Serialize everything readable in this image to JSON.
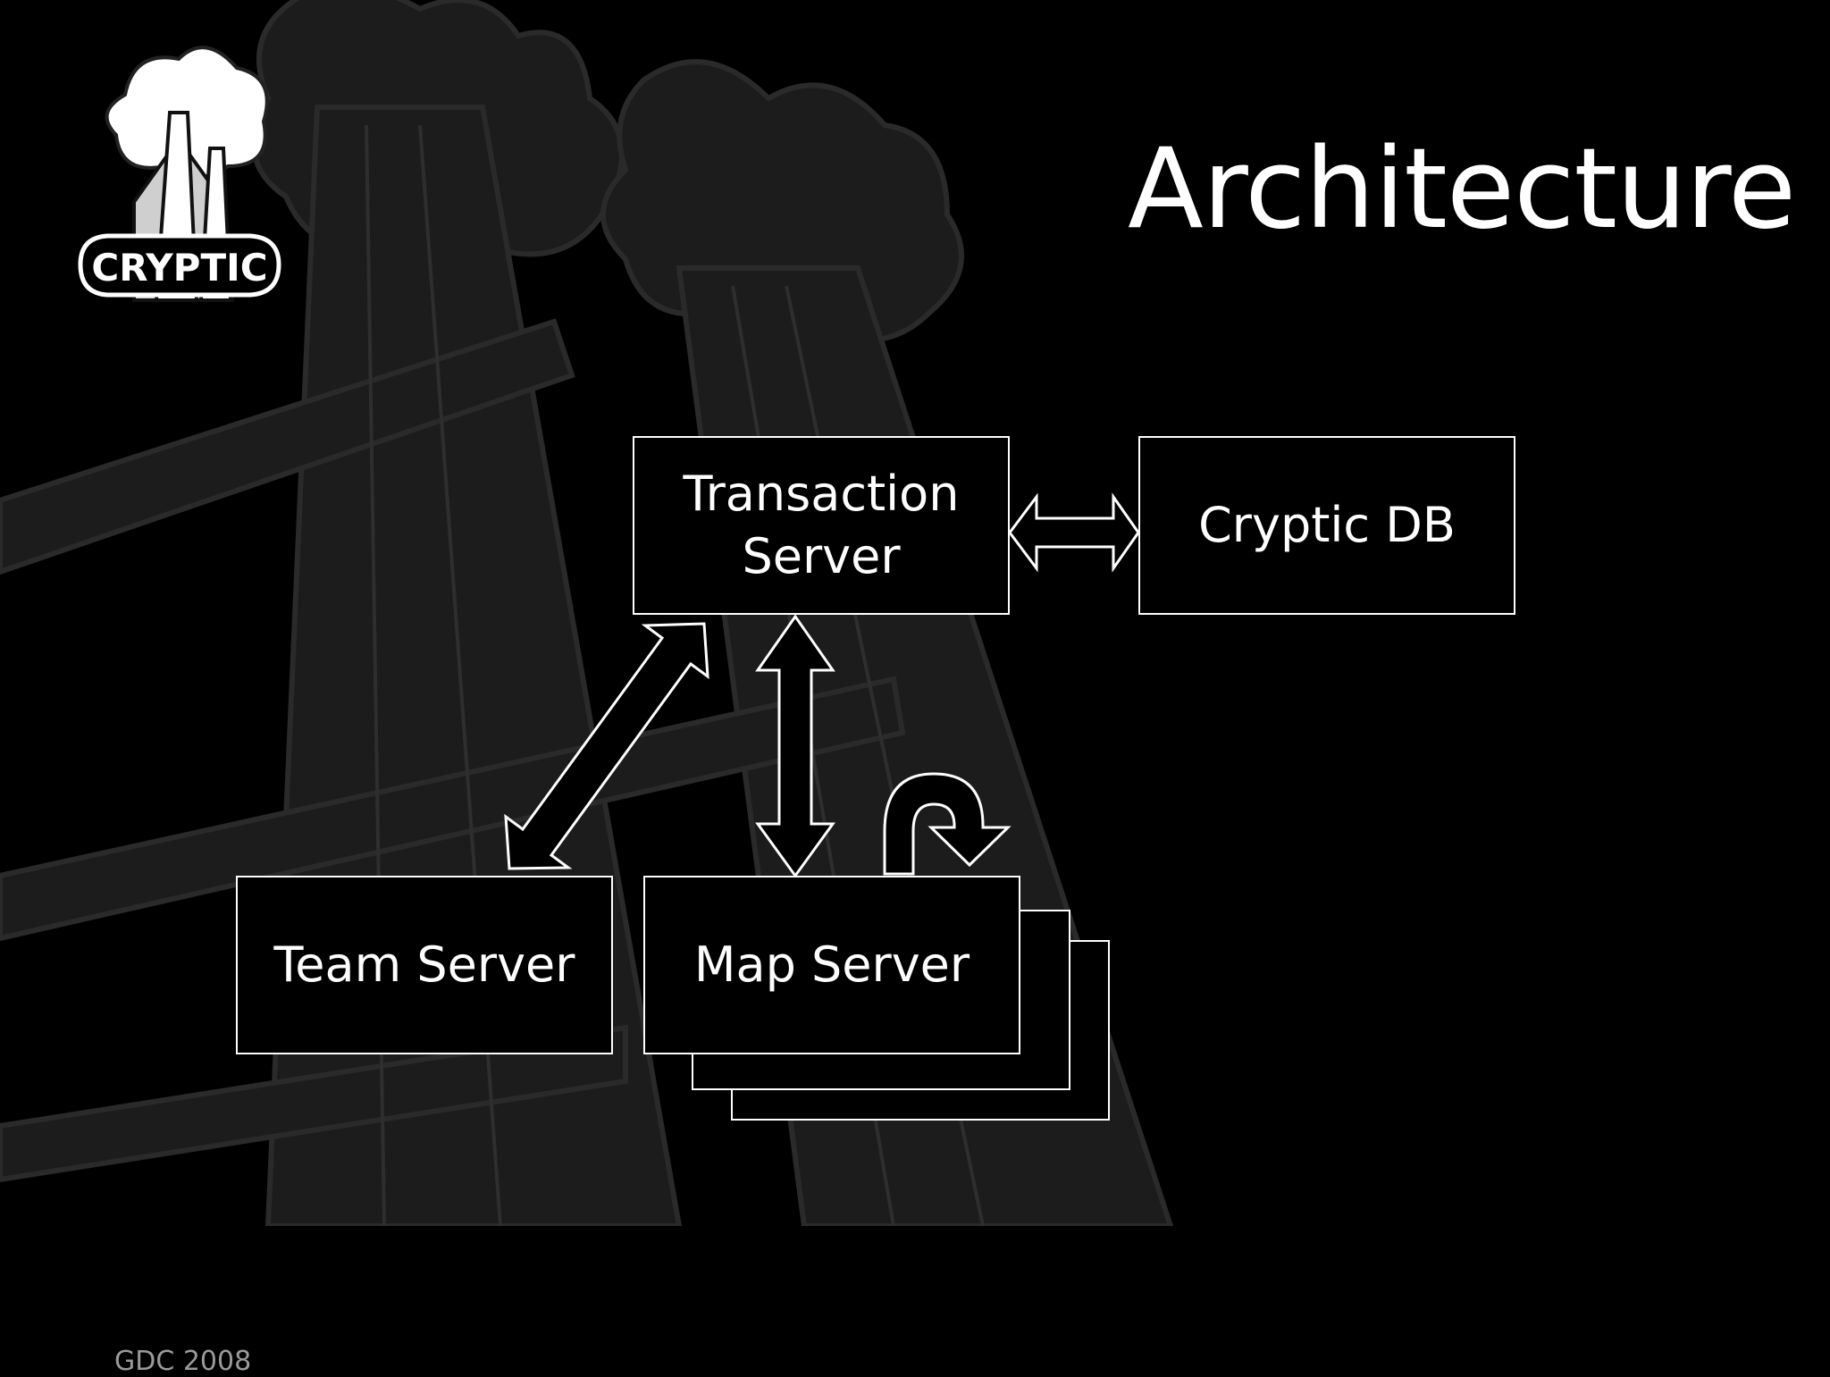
{
  "slide": {
    "title": "Architecture",
    "footer": "GDC 2008",
    "logo_text": "CRYPTIC"
  },
  "nodes": {
    "transaction_server": {
      "line1": "Transaction",
      "line2": "Server"
    },
    "cryptic_db": "Cryptic DB",
    "team_server": "Team Server",
    "map_server": "Map Server"
  },
  "colors": {
    "background": "#000000",
    "foreground": "#ffffff",
    "backdrop": "#1e1e1e"
  }
}
